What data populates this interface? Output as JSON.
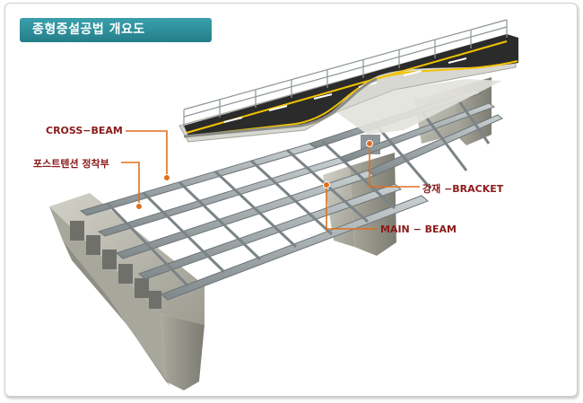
{
  "title": "종형증설공법 개요도",
  "labels": {
    "cross_beam": "CROSS−BEAM",
    "post_tension": "포스트텐션 정착부",
    "bracket": "강재 −BRACKET",
    "main_beam": "MAIN − BEAM"
  },
  "colors": {
    "title_bg": "#2e8f9a",
    "label_text": "#8b1a1a",
    "leader_line": "#e0701e",
    "asphalt": "#2b2b2b",
    "lane_yellow": "#f2c300",
    "steel": "#9aa3a6",
    "concrete": "#b9b8ae"
  }
}
